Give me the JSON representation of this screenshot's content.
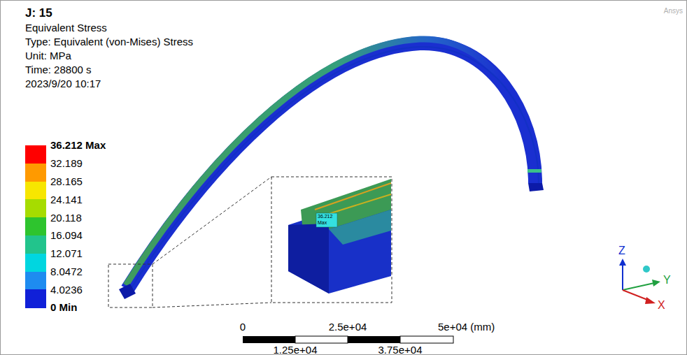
{
  "diagram": {
    "title": "J: 15",
    "labels": [
      "Equivalent Stress",
      "Type: Equivalent (von-Mises) Stress",
      "Unit: MPa",
      "Time: 28800 s",
      "2023/9/20 10:17",
      "0 Min",
      "36.212",
      "Max",
      "0",
      "2.5e+04",
      "5e+04 (mm)",
      "1.25e+04",
      "3.75e+04",
      "Z",
      "Y",
      "X",
      "Ansys"
    ],
    "legend": [
      {
        "text": "36.212 Max",
        "color": "#ff0000"
      },
      {
        "text": "32.189",
        "color": "#ff9a00"
      },
      {
        "text": "28.165",
        "color": "#f7e600"
      },
      {
        "text": "24.141",
        "color": "#a6dc00"
      },
      {
        "text": "20.118",
        "color": "#2ec42e"
      },
      {
        "text": "16.094",
        "color": "#22c48c"
      },
      {
        "text": "12.071",
        "color": "#00d6e0"
      },
      {
        "text": "8.0472",
        "color": "#1e8cf0"
      },
      {
        "text": "4.0236",
        "color": "#1020d8"
      }
    ]
  }
}
